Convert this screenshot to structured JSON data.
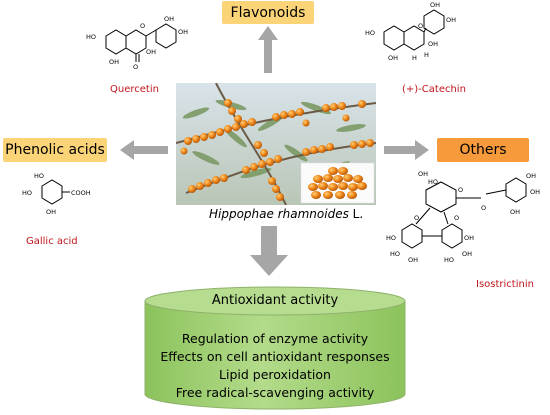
{
  "center": {
    "species_genus": "Hippophae rhamnoides",
    "species_suffix": " L."
  },
  "categories": {
    "flavonoids": {
      "label": "Flavonoids",
      "color": "#fcd478"
    },
    "phenolic_acids": {
      "label": "Phenolic acids",
      "color": "#fcd478"
    },
    "others": {
      "label": "Others",
      "color": "#f79a3c"
    }
  },
  "compounds": {
    "quercetin": "Quercetin",
    "catechin": "(+)-Catechin",
    "gallic_acid": "Gallic acid",
    "isostrictinin": "Isostrictinin"
  },
  "cylinder": {
    "title": "Antioxidant activity",
    "items": [
      "Regulation of enzyme activity",
      "Effects on cell antioxidant responses",
      "Lipid peroxidation",
      "Free radical-scavenging activity"
    ],
    "color": "#a8d57c"
  },
  "colors": {
    "arrow": "#a6a6a6",
    "compound_name": "#c0151b"
  }
}
